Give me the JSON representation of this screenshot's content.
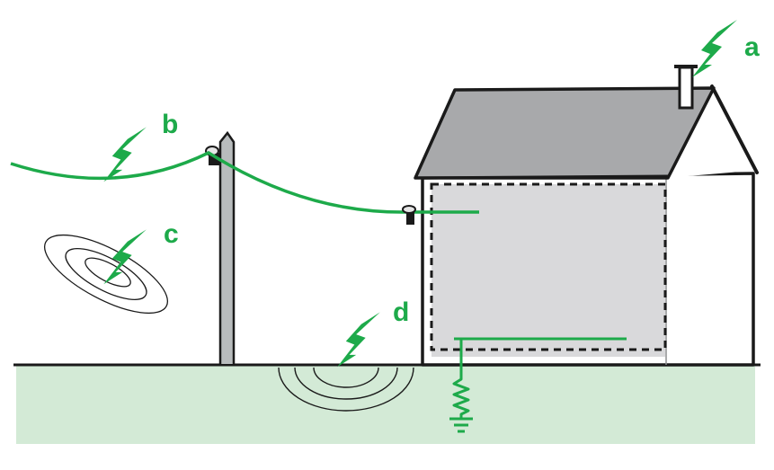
{
  "labels": {
    "a": "a",
    "b": "b",
    "c": "c",
    "d": "d"
  },
  "colors": {
    "accent_green": "#1daa4a",
    "ground_fill": "#d3ead6",
    "house_wall": "#ffffff",
    "house_interior": "#d9d9db",
    "roof": "#a8a9ab",
    "outline": "#1a1a1a",
    "pole": "#b8bcbd"
  },
  "icons": {
    "lightning": "lightning-bolt-icon",
    "ground_symbol": "electrical-ground-icon",
    "resistor": "resistor-icon"
  }
}
